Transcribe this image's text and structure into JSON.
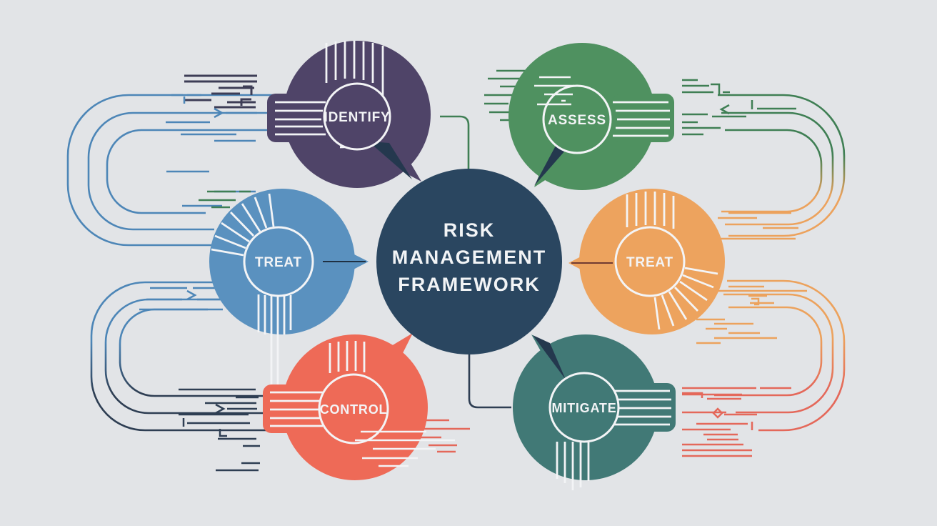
{
  "title": {
    "line1": "RISK",
    "line2": "MANAGEMENT",
    "line3": "FRAMEWORK"
  },
  "center": {
    "color": "#2a4660"
  },
  "background": "#e2e4e7",
  "nodes": {
    "identify": {
      "label": "IDENTIFY",
      "color": "#4f4468"
    },
    "assess": {
      "label": "ASSESS",
      "color": "#4f9160"
    },
    "treat_left": {
      "label": "TREAT",
      "color": "#5a91bf"
    },
    "treat_right": {
      "label": "TREAT",
      "color": "#eda35e"
    },
    "control": {
      "label": "CONTROL",
      "color": "#ee6a57"
    },
    "mitigate": {
      "label": "MITIGATE",
      "color": "#417976"
    }
  },
  "accents": {
    "blue_line": "#4d86b7",
    "navy_line": "#2e3e53",
    "green_line": "#3f7f54",
    "orange_line": "#eca25d",
    "red_line": "#e4685a",
    "purple_line": "#3d3d56",
    "pointer_navy": "#24384e",
    "text_light": "#f3f4f6"
  }
}
